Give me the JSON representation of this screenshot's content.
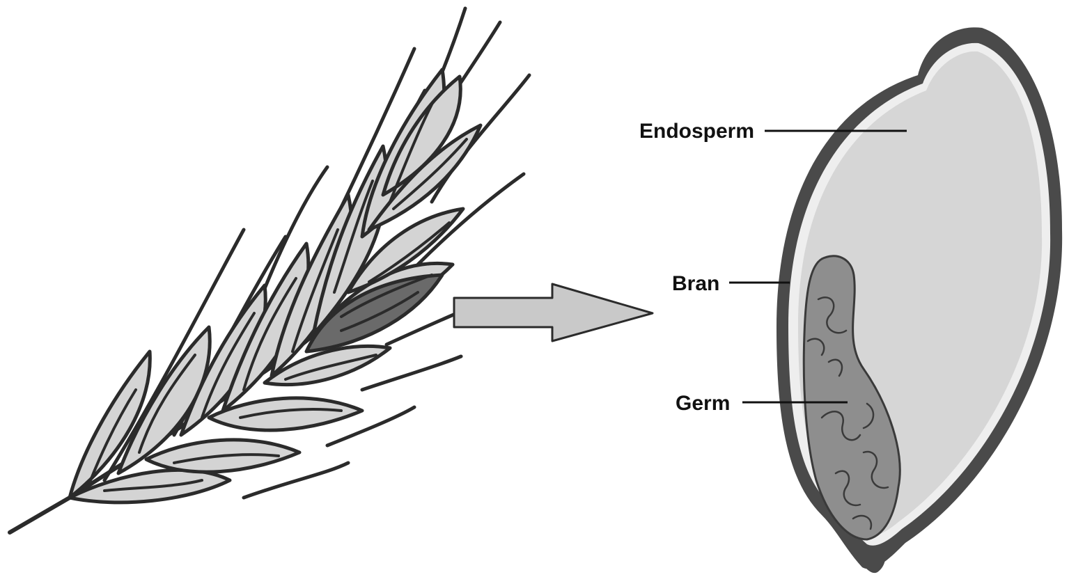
{
  "labels": {
    "endosperm": "Endosperm",
    "bran": "Bran",
    "germ": "Germ"
  },
  "colors": {
    "outline": "#2b2b2b",
    "grain_fill": "#d4d4d4",
    "highlighted_grain": "#6a6a6a",
    "bran_layer": "#4a4a4a",
    "endosperm": "#d6d6d6",
    "aleurone": "#eeeeee",
    "germ": "#8e8e8e",
    "arrow_fill": "#c9c9c9"
  },
  "icons": {
    "wheat": "wheat-ear-icon",
    "arrow": "right-arrow-icon",
    "kernel": "wheat-kernel-cross-section"
  }
}
